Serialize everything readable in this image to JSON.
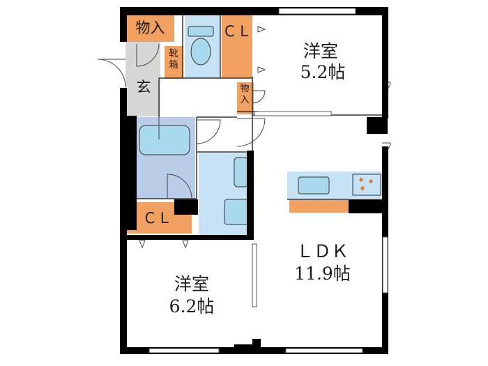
{
  "floorplan": {
    "colors": {
      "wall": "#000000",
      "storage": "#f0a060",
      "water": "#c6e2f4",
      "fixture": "#a9d9ec",
      "bath": "#b9cde8",
      "entrance": "#d6d6d6",
      "floor": "#ffffff"
    },
    "rooms": {
      "storage_top": "物入",
      "closet_top": "ＣＬ",
      "western_top_name": "洋室",
      "western_top_area": "5.2帖",
      "shoe_box": "靴箱",
      "entrance": "玄",
      "storage_small": "物入",
      "closet_left": "ＣＬ",
      "ldk_name": "ＬＤＫ",
      "ldk_area": "11.9帖",
      "western_bottom_name": "洋室",
      "western_bottom_area": "6.2帖"
    }
  }
}
